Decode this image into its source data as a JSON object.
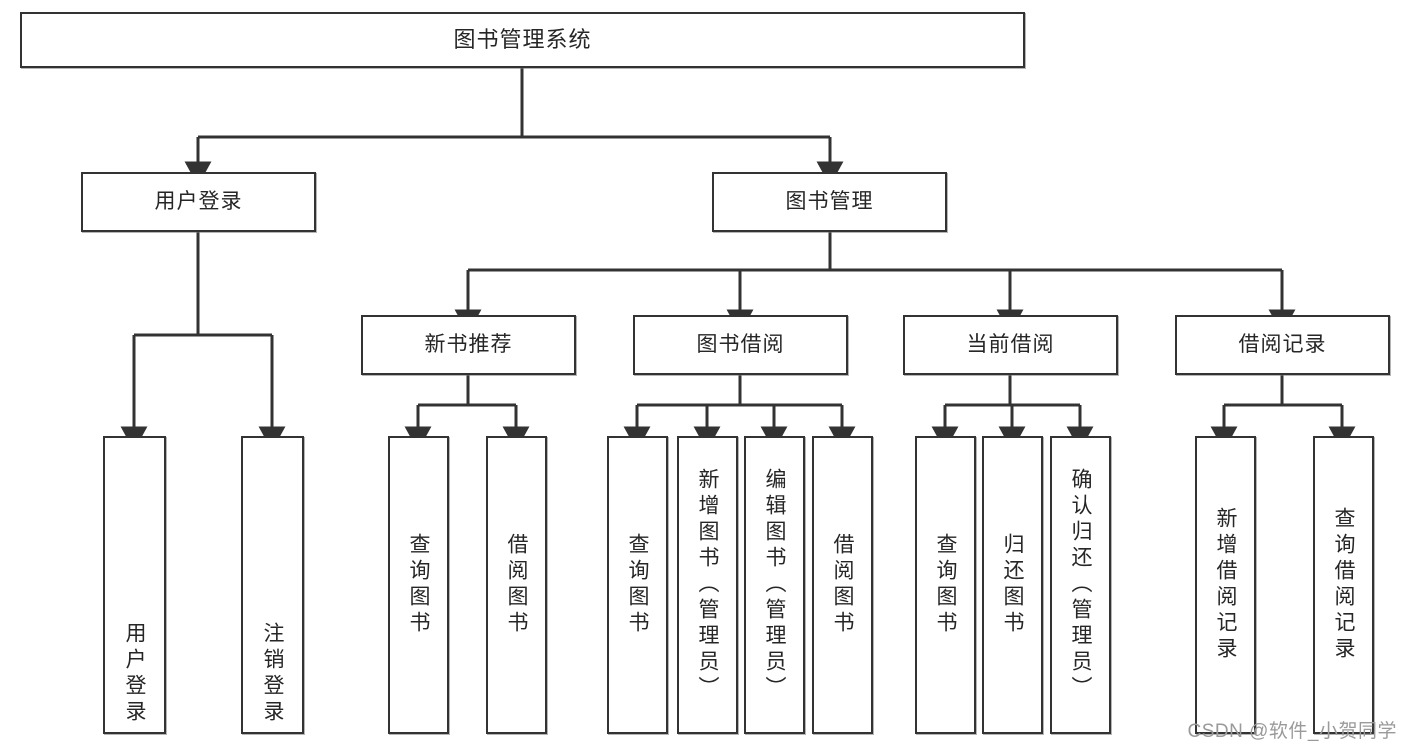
{
  "diagram": {
    "title": "图书管理系统",
    "type": "tree",
    "root": {
      "label": "图书管理系统"
    },
    "level1": [
      {
        "label": "用户登录"
      },
      {
        "label": "图书管理"
      }
    ],
    "level2": [
      {
        "label": "新书推荐"
      },
      {
        "label": "图书借阅"
      },
      {
        "label": "当前借阅"
      },
      {
        "label": "借阅记录"
      }
    ],
    "leaves": {
      "user_login": [
        {
          "label": "用户登录"
        },
        {
          "label": "注销登录"
        }
      ],
      "new_book_recommend": [
        {
          "label": "查询图书"
        },
        {
          "label": "借阅图书"
        }
      ],
      "book_borrow": [
        {
          "label": "查询图书"
        },
        {
          "label": "新增图书（管理员）"
        },
        {
          "label": "编辑图书（管理员）"
        },
        {
          "label": "借阅图书"
        }
      ],
      "current_borrow": [
        {
          "label": "查询图书"
        },
        {
          "label": "归还图书"
        },
        {
          "label": "确认归还（管理员）"
        }
      ],
      "borrow_records": [
        {
          "label": "新增借阅记录"
        },
        {
          "label": "查询借阅记录"
        }
      ]
    }
  },
  "watermark": {
    "text": "CSDN @软件_小贺同学"
  },
  "colors": {
    "box_border": "#333333",
    "text": "#262626",
    "line": "#333333",
    "watermark": "#9a9a9a",
    "background": "#ffffff"
  }
}
